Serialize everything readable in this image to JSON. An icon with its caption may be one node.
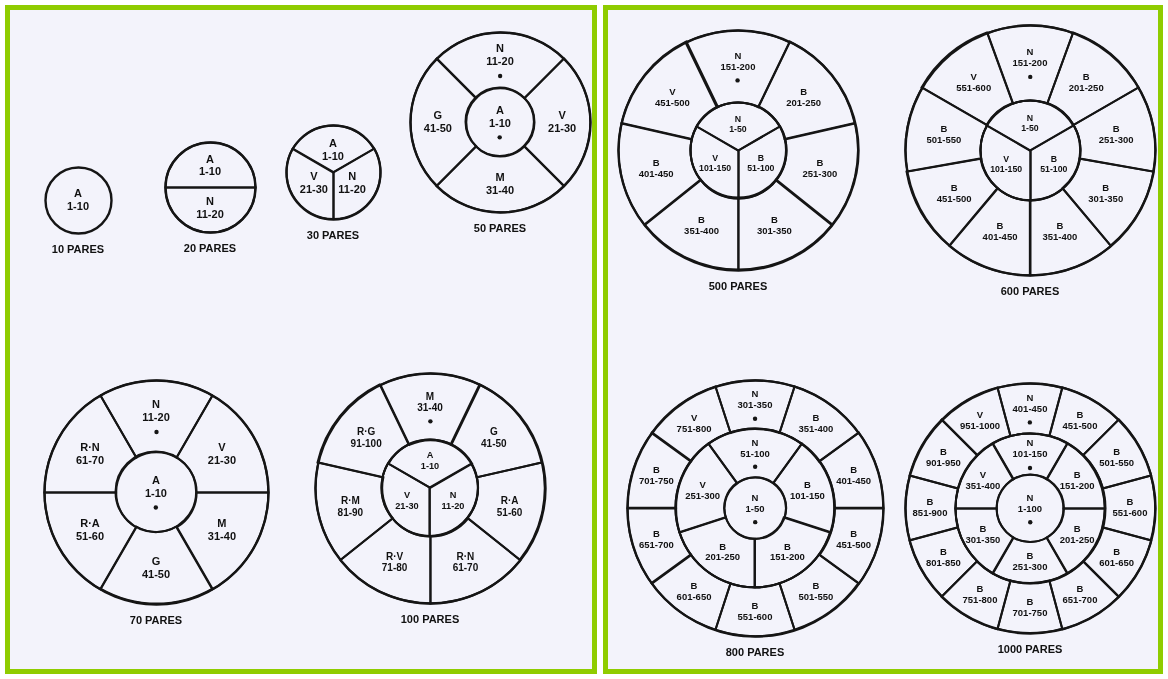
{
  "diagram": {
    "nodes": [
      {
        "text": [
          "A",
          "1-10"
        ],
        "beside": [
          "10 PARES"
        ]
      },
      {
        "text": [],
        "shape": "circle",
        "beside": [
          "20 PARES"
        ]
      },
      {
        "text": [
          "A",
          "1-10"
        ],
        "in": 1
      },
      {
        "text": [
          "N",
          "11-20"
        ],
        "in": 1
      },
      {
        "text": [],
        "shape": "circle",
        "beside": [
          "30 PARES"
        ]
      },
      {
        "text": [
          "A",
          "1-10"
        ],
        "in": 4
      },
      {
        "text": [
          "N",
          "11-20"
        ],
        "in": 4
      },
      {
        "text": [
          "V",
          "21-30"
        ],
        "in": 4
      },
      {
        "text": [],
        "shape": "circle",
        "beside": [
          "50 PARES"
        ]
      },
      {
        "text": [
          "A",
          "1-10"
        ],
        "in": 8
      },
      {
        "text": [
          "N",
          "11-20"
        ],
        "in": 8
      },
      {
        "text": [
          "V",
          "21-30"
        ],
        "in": 8
      },
      {
        "text": [
          "M",
          "31-40"
        ],
        "in": 8
      },
      {
        "text": [
          "G",
          "41-50"
        ],
        "in": 8
      },
      {
        "text": [],
        "shape": "circle",
        "beside": [
          "70 PARES"
        ]
      },
      {
        "text": [
          "A",
          "1-10"
        ],
        "in": 14
      },
      {
        "text": [
          "N",
          "11-20"
        ],
        "in": 14
      },
      {
        "text": [
          "V",
          "21-30"
        ],
        "in": 14
      },
      {
        "text": [
          "M",
          "31-40"
        ],
        "in": 14
      },
      {
        "text": [
          "G",
          "41-50"
        ],
        "in": 14
      },
      {
        "text": [
          "R·A",
          "51-60"
        ],
        "in": 14
      },
      {
        "text": [
          "R·N",
          "61-70"
        ],
        "in": 14
      },
      {
        "text": [],
        "shape": "circle",
        "beside": [
          "100 PARES"
        ]
      },
      {
        "text": [],
        "shape": "circle",
        "in": 22
      },
      {
        "text": [
          "A",
          "1-10"
        ],
        "in": 23
      },
      {
        "text": [
          "N",
          "11-20"
        ],
        "in": 23
      },
      {
        "text": [
          "V",
          "21-30"
        ],
        "in": 23
      },
      {
        "text": [
          "M",
          "31-40"
        ],
        "in": 22
      },
      {
        "text": [
          "G",
          "41-50"
        ],
        "in": 22
      },
      {
        "text": [
          "R·A",
          "51-60"
        ],
        "in": 22
      },
      {
        "text": [
          "R·N",
          "61-70"
        ],
        "in": 22
      },
      {
        "text": [
          "R·V",
          "71-80"
        ],
        "in": 22
      },
      {
        "text": [
          "R·M",
          "81-90"
        ],
        "in": 22
      },
      {
        "text": [
          "R·G",
          "91-100"
        ],
        "in": 22
      },
      {
        "text": [],
        "shape": "circle",
        "beside": [
          "500 PARES"
        ]
      },
      {
        "text": [],
        "shape": "circle",
        "in": 34
      },
      {
        "text": [
          "N",
          "1-50"
        ],
        "in": 35
      },
      {
        "text": [
          "B",
          "51-100"
        ],
        "in": 35
      },
      {
        "text": [
          "V",
          "101-150"
        ],
        "in": 35
      },
      {
        "text": [
          "N",
          "151-200"
        ],
        "in": 34
      },
      {
        "text": [
          "B",
          "201-250"
        ],
        "in": 34
      },
      {
        "text": [
          "B",
          "251-300"
        ],
        "in": 34
      },
      {
        "text": [
          "B",
          "301-350"
        ],
        "in": 34
      },
      {
        "text": [
          "B",
          "351-400"
        ],
        "in": 34
      },
      {
        "text": [
          "B",
          "401-450"
        ],
        "in": 34
      },
      {
        "text": [
          "V",
          "451-500"
        ],
        "in": 34
      },
      {
        "text": [],
        "shape": "circle",
        "beside": [
          "600 PARES"
        ]
      },
      {
        "text": [],
        "shape": "circle",
        "in": 46
      },
      {
        "text": [
          "N",
          "1-50"
        ],
        "in": 47
      },
      {
        "text": [
          "B",
          "51-100"
        ],
        "in": 47
      },
      {
        "text": [
          "V",
          "101-150"
        ],
        "in": 47
      },
      {
        "text": [
          "N",
          "151-200"
        ],
        "in": 46
      },
      {
        "text": [
          "B",
          "201-250"
        ],
        "in": 46
      },
      {
        "text": [
          "B",
          "251-300"
        ],
        "in": 46
      },
      {
        "text": [
          "B",
          "301-350"
        ],
        "in": 46
      },
      {
        "text": [
          "B",
          "351-400"
        ],
        "in": 46
      },
      {
        "text": [
          "B",
          "401-450"
        ],
        "in": 46
      },
      {
        "text": [
          "B",
          "451-500"
        ],
        "in": 46
      },
      {
        "text": [
          "B",
          "501-550"
        ],
        "in": 46
      },
      {
        "text": [
          "V",
          "551-600"
        ],
        "in": 46
      },
      {
        "text": [],
        "shape": "circle",
        "beside": [
          "800 PARES"
        ]
      },
      {
        "text": [],
        "shape": "circle",
        "in": 60
      },
      {
        "text": [
          "N",
          "1-50"
        ],
        "in": 61
      },
      {
        "text": [
          "N",
          "51-100"
        ],
        "in": 61
      },
      {
        "text": [
          "B",
          "101-150"
        ],
        "in": 61
      },
      {
        "text": [
          "B",
          "151-200"
        ],
        "in": 61
      },
      {
        "text": [
          "B",
          "201-250"
        ],
        "in": 61
      },
      {
        "text": [
          "V",
          "251-300"
        ],
        "in": 61
      },
      {
        "text": [
          "N",
          "301-350"
        ],
        "in": 60
      },
      {
        "text": [
          "B",
          "351-400"
        ],
        "in": 60
      },
      {
        "text": [
          "B",
          "401-450"
        ],
        "in": 60
      },
      {
        "text": [
          "B",
          "451-500"
        ],
        "in": 60
      },
      {
        "text": [
          "B",
          "501-550"
        ],
        "in": 60
      },
      {
        "text": [
          "B",
          "551-600"
        ],
        "in": 60
      },
      {
        "text": [
          "B",
          "601-650"
        ],
        "in": 60
      },
      {
        "text": [
          "B",
          "651-700"
        ],
        "in": 60
      },
      {
        "text": [
          "B",
          "701-750"
        ],
        "in": 60
      },
      {
        "text": [
          "V",
          "751-800"
        ],
        "in": 60
      },
      {
        "text": [],
        "shape": "circle",
        "beside": [
          "1000 PARES"
        ]
      },
      {
        "text": [],
        "shape": "circle",
        "in": 78
      },
      {
        "text": [
          "N",
          "1-100"
        ],
        "in": 79
      },
      {
        "text": [
          "N",
          "101-150"
        ],
        "in": 79
      },
      {
        "text": [
          "B",
          "151-200"
        ],
        "in": 79
      },
      {
        "text": [
          "B",
          "201-250"
        ],
        "in": 79
      },
      {
        "text": [
          "B",
          "251-300"
        ],
        "in": 79
      },
      {
        "text": [
          "B",
          "301-350"
        ],
        "in": 79
      },
      {
        "text": [
          "V",
          "351-400"
        ],
        "in": 79
      },
      {
        "text": [
          "N",
          "401-450"
        ],
        "in": 78
      },
      {
        "text": [
          "B",
          "451-500"
        ],
        "in": 78
      },
      {
        "text": [
          "B",
          "501-550"
        ],
        "in": 78
      },
      {
        "text": [
          "B",
          "551-600"
        ],
        "in": 78
      },
      {
        "text": [
          "B",
          "601-650"
        ],
        "in": 78
      },
      {
        "text": [
          "B",
          "651-700"
        ],
        "in": 78
      },
      {
        "text": [
          "B",
          "701-750"
        ],
        "in": 78
      },
      {
        "text": [
          "B",
          "751-800"
        ],
        "in": 78
      },
      {
        "text": [
          "B",
          "801-850"
        ],
        "in": 78
      },
      {
        "text": [
          "B",
          "851-900"
        ],
        "in": 78
      },
      {
        "text": [
          "B",
          "901-950"
        ],
        "in": 78
      },
      {
        "text": [
          "V",
          "951-1000"
        ],
        "in": 78
      }
    ]
  }
}
